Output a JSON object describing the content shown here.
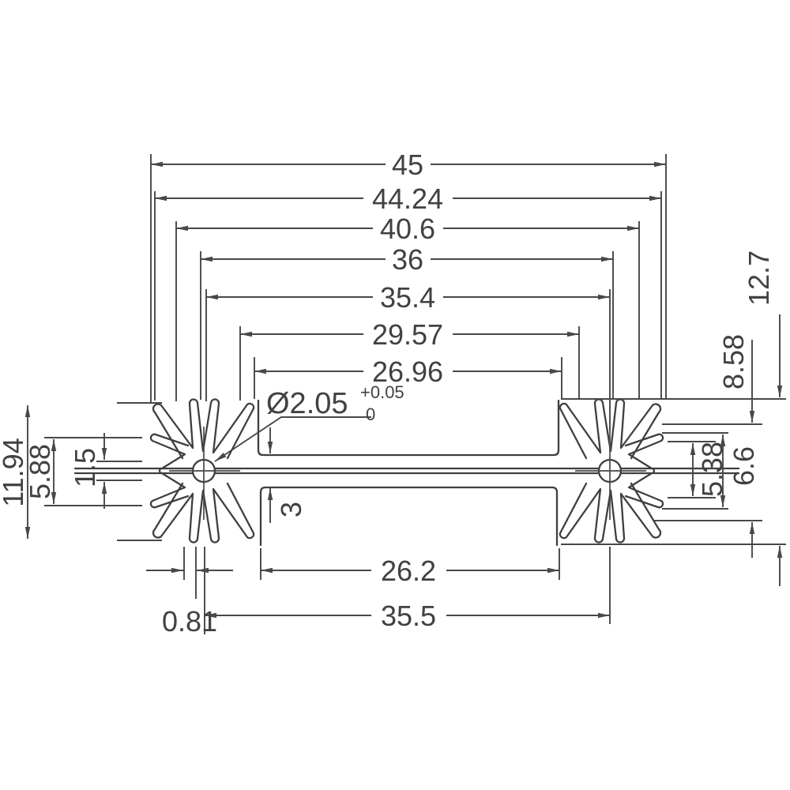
{
  "drawing": {
    "background_color": "#ffffff",
    "line_color": "#3f3f3f",
    "dims_top": [
      "45",
      "44.24",
      "40.6",
      "36",
      "35.4",
      "29.57",
      "26.96"
    ],
    "dims_left": [
      "11.94",
      "5.88",
      "1.5"
    ],
    "dims_right": [
      "12.7",
      "8.58",
      "6.6",
      "5.38"
    ],
    "dims_bottom": [
      "0.81",
      "26.2",
      "35.5",
      "3"
    ],
    "hole": {
      "label": "Ø2.05",
      "tol_upper": "+0.05",
      "tol_lower": "0"
    }
  }
}
